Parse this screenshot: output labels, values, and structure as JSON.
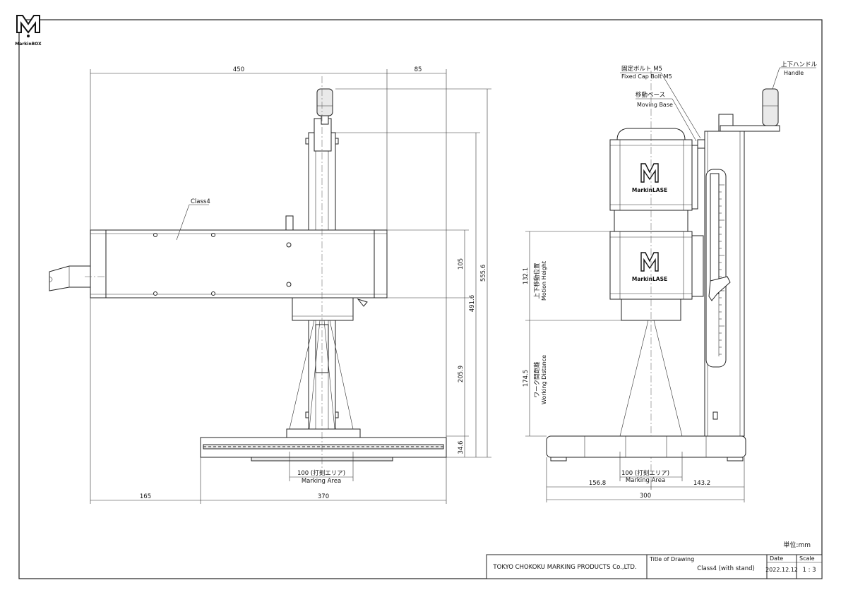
{
  "logo": {
    "text": "MarkinBOX"
  },
  "front_view": {
    "dims": {
      "top_width": "450",
      "top_offset": "85",
      "total_height": "555.6",
      "height_491": "491.6",
      "head_height": "105",
      "working_height": "205.9",
      "base_height": "34.6",
      "left_offset": "165",
      "base_width": "370"
    },
    "label_class": "Class4",
    "marking_area": {
      "jp": "100 (打刻エリア)",
      "en": "Marking Area"
    }
  },
  "side_view": {
    "head_text_top": "MarkinLASE",
    "head_text_bottom": "MarkinLASE",
    "callouts": {
      "fixed_bolt_jp": "固定ボルト M5",
      "fixed_bolt_en": "Fixed Cap Bolt M5",
      "moving_base_jp": "移動ベース",
      "moving_base_en": "Moving Base",
      "handle_jp": "上下ハンドル",
      "handle_en": "Handle"
    },
    "dims": {
      "motion": "132.1",
      "motion_jp": "上下移動位置",
      "motion_en": "Motion Height",
      "working": "174.5",
      "working_jp": "ワーク間距離",
      "working_en": "Working Distance",
      "left_offset": "156.8",
      "right_offset": "143.2",
      "base_width": "300"
    },
    "marking_area": {
      "jp": "100 (打刻エリア)",
      "en": "Marking Area"
    }
  },
  "units": "単位:mm",
  "title_block": {
    "company": "TOKYO CHOKOKU MARKING PRODUCTS Co.,LTD.",
    "title_label": "Title of Drawing",
    "title_value": "Class4 (with stand)",
    "date_label": "Date",
    "date_value": "2022.12.12",
    "scale_label": "Scale",
    "scale_value": "1 : 3"
  }
}
